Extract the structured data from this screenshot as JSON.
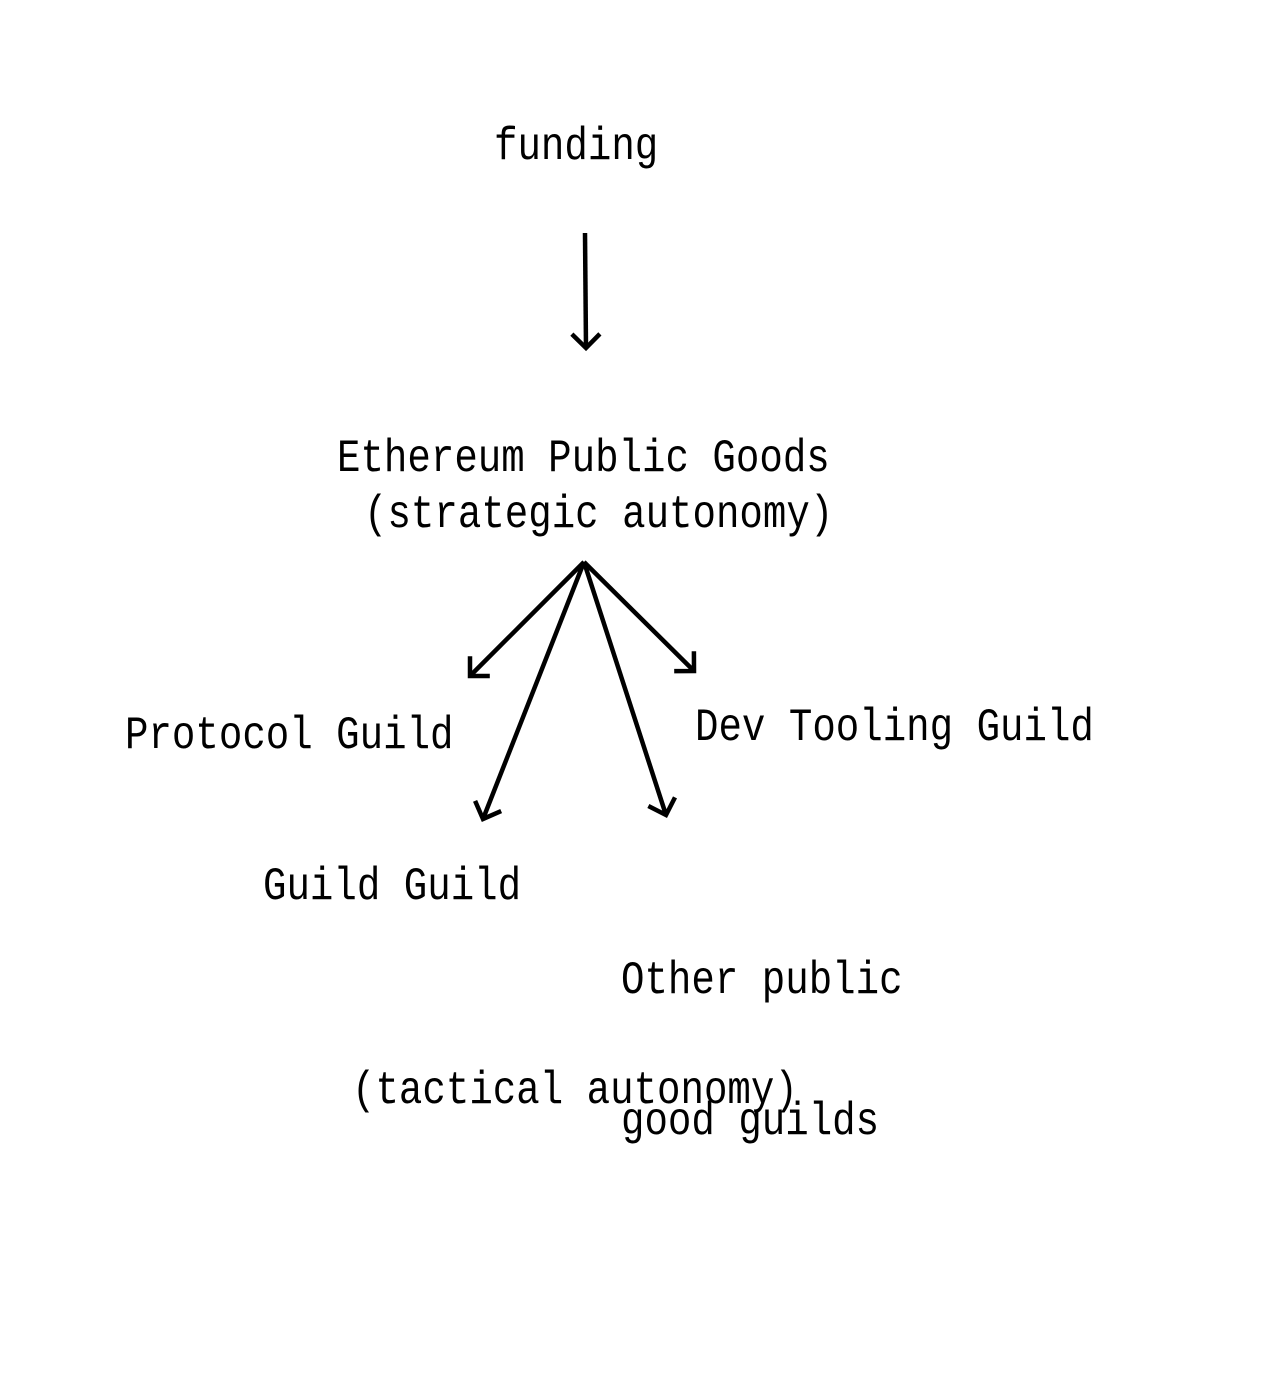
{
  "diagram": {
    "background_color": "#ffffff",
    "ink_color": "#000000",
    "nodes": {
      "funding": {
        "label": "funding"
      },
      "ethereum_public_goods": {
        "title": "Ethereum Public Goods",
        "subtitle": "(strategic autonomy)"
      },
      "protocol_guild": {
        "label": "Protocol Guild"
      },
      "dev_tooling_guild": {
        "label": "Dev Tooling Guild"
      },
      "guild_guild": {
        "label": "Guild Guild"
      },
      "other_public_good_guilds": {
        "line1": "Other public",
        "line2": "good guilds"
      },
      "tactical_autonomy": {
        "label": "(tactical autonomy)"
      }
    },
    "edges": [
      {
        "from": "funding",
        "to": "ethereum_public_goods"
      },
      {
        "from": "ethereum_public_goods",
        "to": "protocol_guild"
      },
      {
        "from": "ethereum_public_goods",
        "to": "guild_guild"
      },
      {
        "from": "ethereum_public_goods",
        "to": "other_public_good_guilds"
      },
      {
        "from": "ethereum_public_goods",
        "to": "dev_tooling_guild"
      }
    ]
  }
}
